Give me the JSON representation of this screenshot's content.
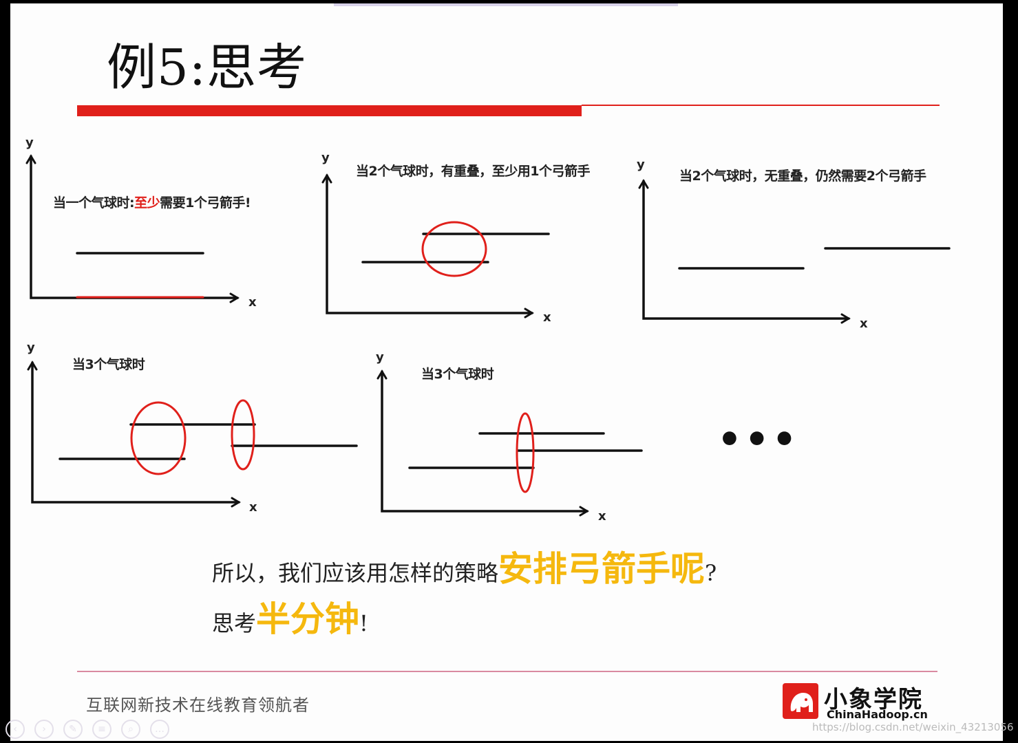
{
  "slide": {
    "title": "例5:思考",
    "axis_y": "y",
    "axis_x": "x",
    "diagrams": [
      {
        "caption_parts": [
          "当一个气球时:",
          "至少",
          "需要1个弓箭手!"
        ]
      },
      {
        "caption": "当2个气球时，有重叠，至少用1个弓箭手"
      },
      {
        "caption": "当2个气球时，无重叠，仍然需要2个弓箭手"
      },
      {
        "caption": "当3个气球时"
      },
      {
        "caption": "当3个气球时"
      }
    ],
    "ellipsis": "•••",
    "question": {
      "line1_normal": "所以，我们应该用怎样的策略",
      "line1_highlight": "安排弓箭手呢",
      "line1_end": "?",
      "line2_normal": "思考",
      "line2_highlight": "半分钟",
      "line2_end": "!"
    },
    "footer": {
      "tagline": "互联网新技术在线教育领航者",
      "logo_name": "小象学院",
      "logo_url": "ChinaHadoop.cn"
    },
    "watermark": "https://blog.csdn.net/weixin_43213056",
    "toolbar_icons": [
      "prev-icon",
      "next-icon",
      "pen-icon",
      "menu-icon",
      "zoom-icon",
      "more-icon"
    ]
  },
  "colors": {
    "accent_red": "#e0201b",
    "highlight_yellow": "#f5b80e"
  }
}
